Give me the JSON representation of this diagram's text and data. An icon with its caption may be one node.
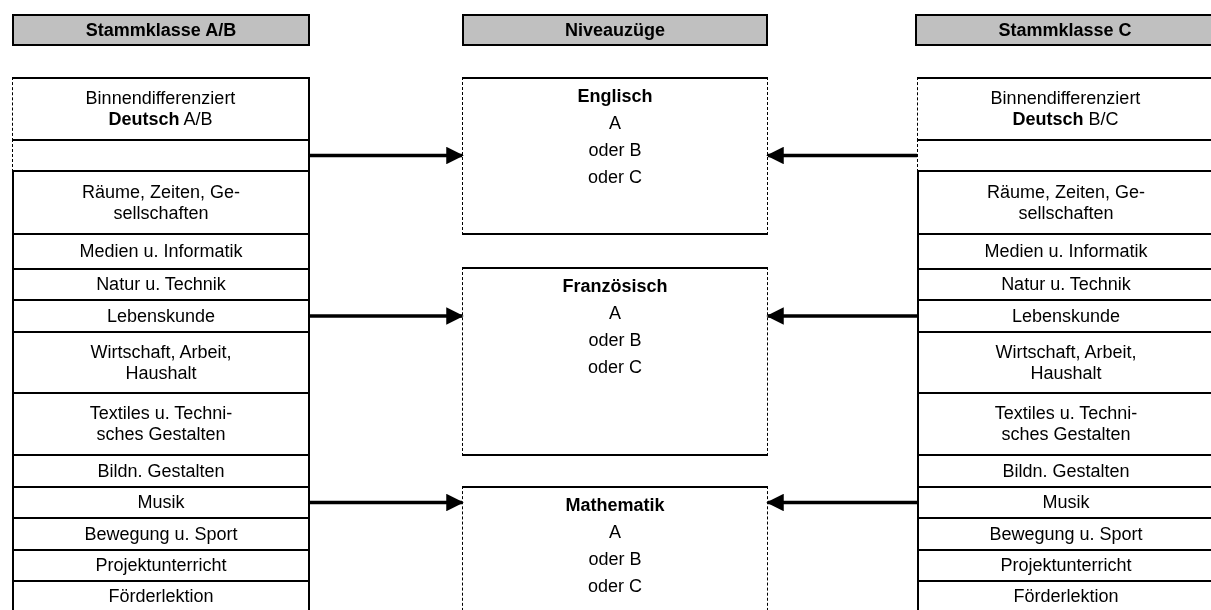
{
  "diagram": {
    "nodes": [
      {
        "text": [
          "Stammklasse A/B"
        ]
      },
      {
        "text": [
          "Niveauzüge"
        ]
      },
      {
        "text": [
          "Stammklasse C"
        ]
      },
      {
        "text": [
          "Binnendifferenziert **Deutsch** A/B"
        ]
      },
      {
        "text": [],
        "shape": "box"
      },
      {
        "text": [
          "Räume, Zeiten, Ge- sellschaften"
        ]
      },
      {
        "text": [
          "Medien u. Informatik"
        ]
      },
      {
        "text": [
          "Natur u. Technik"
        ]
      },
      {
        "text": [
          "Lebenskunde"
        ]
      },
      {
        "text": [
          "Wirtschaft, Arbeit, Haushalt"
        ]
      },
      {
        "text": [
          "Textiles u. Techni- sches Gestalten"
        ]
      },
      {
        "text": [
          "Bildn. Gestalten"
        ]
      },
      {
        "text": [
          "Musik"
        ]
      },
      {
        "text": [
          "Bewegung u. Sport"
        ]
      },
      {
        "text": [
          "Projektunterricht"
        ]
      },
      {
        "text": [
          "Förderlektion"
        ]
      },
      {
        "text": [
          "Englisch",
          "A",
          "oder B",
          "oder C"
        ]
      },
      {
        "text": [
          "Französisch",
          "A",
          "oder B",
          "oder C"
        ]
      },
      {
        "text": [
          "Mathematik",
          "A",
          "oder B",
          "oder C"
        ]
      },
      {
        "text": [
          "Binnendifferenziert **Deutsch** B/C"
        ]
      },
      {
        "text": [],
        "shape": "box"
      },
      {
        "text": [
          "Räume, Zeiten, Ge- sellschaften"
        ]
      },
      {
        "text": [
          "Medien u. Informatik"
        ]
      },
      {
        "text": [
          "Natur u. Technik"
        ]
      },
      {
        "text": [
          "Lebenskunde"
        ]
      },
      {
        "text": [
          "Wirtschaft, Arbeit, Haushalt"
        ]
      },
      {
        "text": [
          "Textiles u. Techni- sches Gestalten"
        ]
      },
      {
        "text": [
          "Bildn. Gestalten"
        ]
      },
      {
        "text": [
          "Musik"
        ]
      },
      {
        "text": [
          "Bewegung u. Sport"
        ]
      },
      {
        "text": [
          "Projektunterricht"
        ]
      },
      {
        "text": [
          "Förderlektion"
        ]
      }
    ],
    "edges": [
      {
        "from": 4,
        "to": 16,
        "arrow": "to"
      },
      {
        "from": 20,
        "to": 16,
        "arrow": "to"
      },
      {
        "from": 8,
        "to": 17,
        "arrow": "to"
      },
      {
        "from": 24,
        "to": 17,
        "arrow": "to"
      },
      {
        "from": 12,
        "to": 18,
        "arrow": "to"
      },
      {
        "from": 28,
        "to": 18,
        "arrow": "to"
      }
    ]
  }
}
